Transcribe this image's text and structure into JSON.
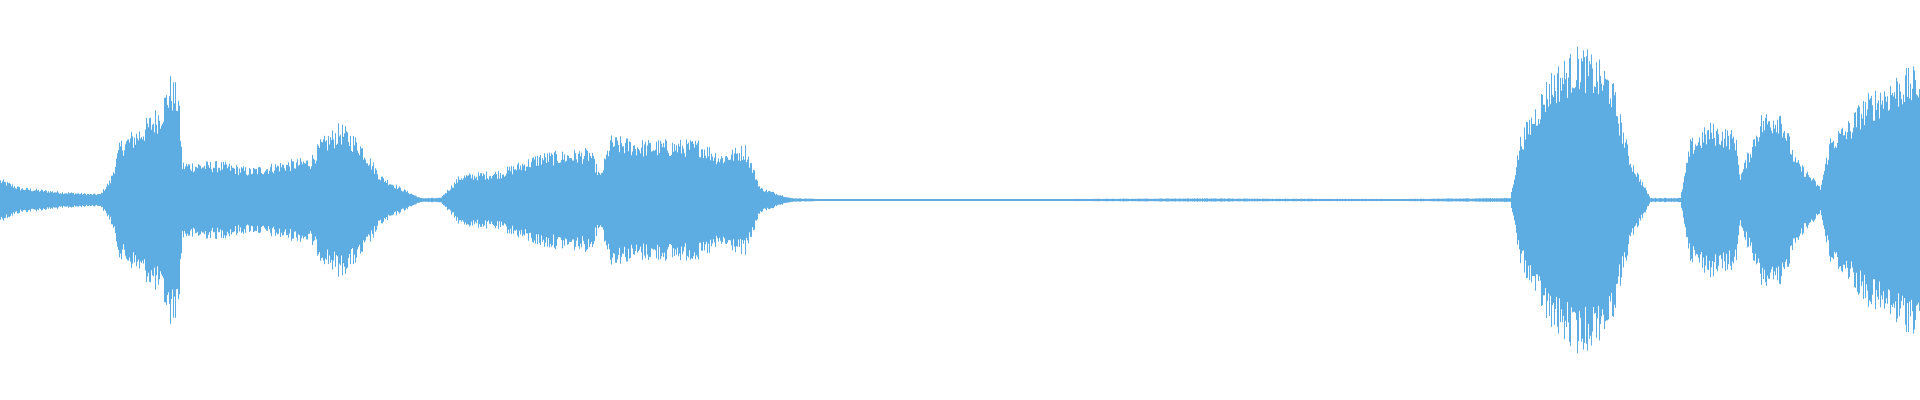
{
  "waveform": {
    "color": "#5dade2",
    "note": "",
    "amplitude_profile": [
      [
        0,
        0.1
      ],
      [
        20,
        0.06
      ],
      [
        60,
        0.04
      ],
      [
        90,
        0.03
      ],
      [
        100,
        0.03
      ],
      [
        110,
        0.1
      ],
      [
        120,
        0.28
      ],
      [
        140,
        0.35
      ],
      [
        160,
        0.45
      ],
      [
        170,
        0.58
      ],
      [
        178,
        0.52
      ],
      [
        182,
        0.18
      ],
      [
        220,
        0.18
      ],
      [
        250,
        0.15
      ],
      [
        280,
        0.18
      ],
      [
        310,
        0.2
      ],
      [
        320,
        0.28
      ],
      [
        340,
        0.36
      ],
      [
        360,
        0.28
      ],
      [
        380,
        0.12
      ],
      [
        400,
        0.06
      ],
      [
        420,
        0.01
      ],
      [
        440,
        0.01
      ],
      [
        460,
        0.12
      ],
      [
        500,
        0.14
      ],
      [
        540,
        0.22
      ],
      [
        590,
        0.24
      ],
      [
        600,
        0.12
      ],
      [
        610,
        0.3
      ],
      [
        640,
        0.28
      ],
      [
        700,
        0.28
      ],
      [
        720,
        0.22
      ],
      [
        745,
        0.26
      ],
      [
        760,
        0.06
      ],
      [
        790,
        0.01
      ],
      [
        840,
        0.002
      ],
      [
        1000,
        0.002
      ],
      [
        1100,
        0.006
      ],
      [
        1200,
        0.008
      ],
      [
        1300,
        0.006
      ],
      [
        1400,
        0.005
      ],
      [
        1510,
        0.01
      ],
      [
        1520,
        0.3
      ],
      [
        1550,
        0.6
      ],
      [
        1580,
        0.72
      ],
      [
        1610,
        0.6
      ],
      [
        1630,
        0.2
      ],
      [
        1650,
        0.01
      ],
      [
        1680,
        0.01
      ],
      [
        1690,
        0.28
      ],
      [
        1710,
        0.36
      ],
      [
        1735,
        0.32
      ],
      [
        1740,
        0.12
      ],
      [
        1760,
        0.4
      ],
      [
        1780,
        0.44
      ],
      [
        1795,
        0.2
      ],
      [
        1810,
        0.12
      ],
      [
        1820,
        0.06
      ],
      [
        1830,
        0.3
      ],
      [
        1850,
        0.38
      ],
      [
        1860,
        0.46
      ],
      [
        1875,
        0.52
      ],
      [
        1900,
        0.6
      ],
      [
        1920,
        0.62
      ]
    ]
  }
}
